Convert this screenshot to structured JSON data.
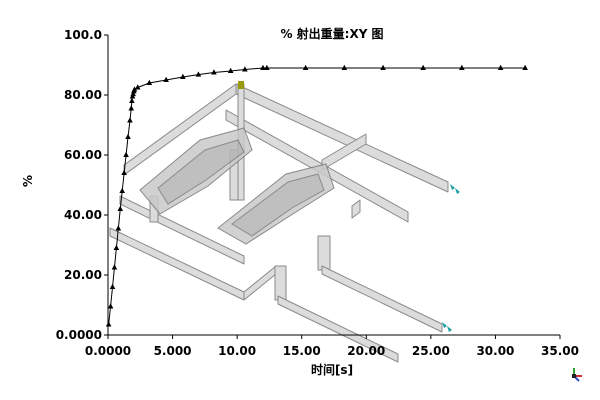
{
  "chart_data": {
    "type": "line",
    "title": "% 射出重量:XY 图",
    "xlabel": "时间[s]",
    "ylabel": "%",
    "xlim": [
      0,
      35
    ],
    "ylim": [
      0,
      100
    ],
    "xticks": [
      "0.0000",
      "5.000",
      "10.00",
      "15.00",
      "20.00",
      "25.00",
      "30.00",
      "35.00"
    ],
    "yticks": [
      "0.0000",
      "20.00",
      "40.00",
      "60.00",
      "80.00",
      "100.0"
    ],
    "grid": false,
    "series": [
      {
        "marker": "triangle",
        "color": "#000000",
        "x": [
          0.05,
          0.2,
          0.35,
          0.5,
          0.65,
          0.8,
          0.95,
          1.1,
          1.25,
          1.4,
          1.55,
          1.7,
          1.8,
          1.85,
          1.9,
          1.95,
          2.0,
          2.05,
          2.3,
          3.2,
          4.5,
          5.8,
          7.0,
          8.2,
          9.5,
          10.6,
          12.0,
          12.3,
          15.3,
          18.3,
          21.3,
          24.4,
          27.4,
          30.4,
          32.3
        ],
        "y": [
          3.5,
          9.5,
          16,
          22.5,
          29,
          35.5,
          42,
          48,
          54,
          60,
          66,
          71.5,
          75.5,
          78,
          79.5,
          80.3,
          81.2,
          81.8,
          82.5,
          84,
          85,
          86,
          86.8,
          87.5,
          88,
          88.5,
          89,
          89,
          89,
          89,
          89,
          89,
          89,
          89,
          89
        ]
      }
    ]
  },
  "icons": {
    "corner": "orientation-axes-icon"
  },
  "colors": {
    "pipe_fill": "#dcdcdc",
    "pipe_edge": "#8a8a8a",
    "gate_marker": "#9a9a10",
    "injection_marker": "#1aa0a0"
  }
}
